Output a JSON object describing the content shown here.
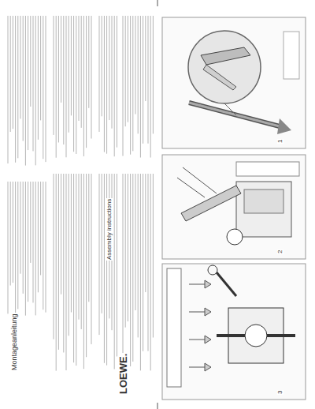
{
  "diagram": {
    "labels": [
      "Montageanleitung",
      "Assembly instructions",
      "LOEWE.",
      "1",
      "2",
      "3"
    ]
  }
}
